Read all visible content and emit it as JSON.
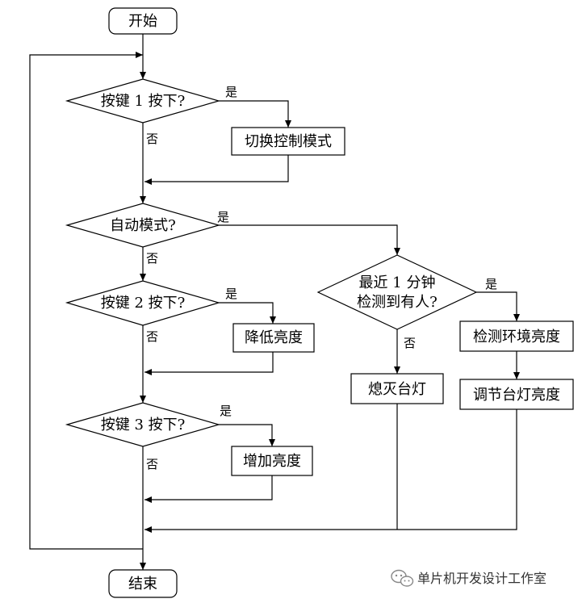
{
  "nodes": {
    "start": "开始",
    "end": "结束",
    "key1": "按键 1 按下?",
    "switch_mode": "切换控制模式",
    "auto_mode": "自动模式?",
    "key2": "按键 2 按下?",
    "dim": "降低亮度",
    "key3": "按键 3 按下?",
    "brighten": "增加亮度",
    "detect_line1": "最近 1 分钟",
    "detect_line2": "检测到有人?",
    "lamp_off": "熄灭台灯",
    "detect_env": "检测环境亮度",
    "adjust_lamp": "调节台灯亮度"
  },
  "labels": {
    "yes": "是",
    "no": "否"
  },
  "watermark": {
    "text": "单片机开发设计工作室",
    "icon": "wechat-icon"
  }
}
